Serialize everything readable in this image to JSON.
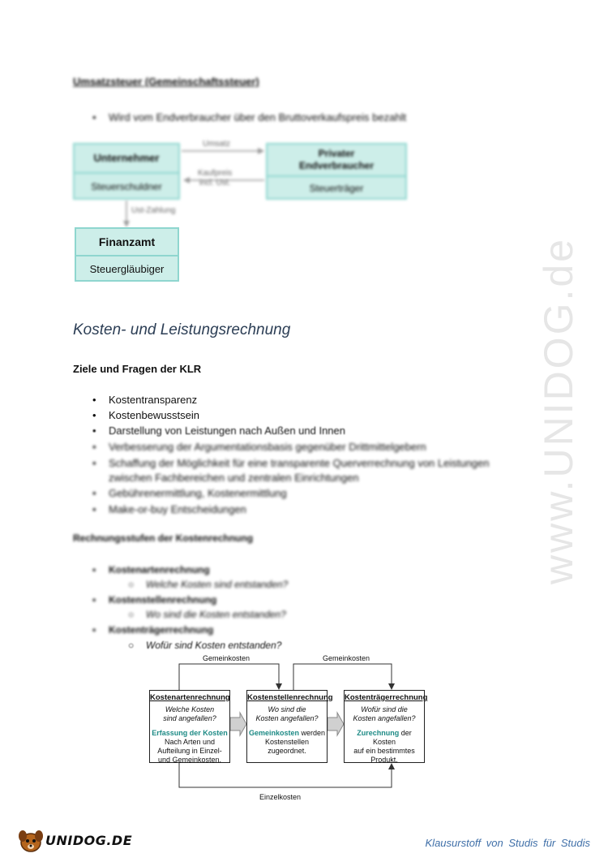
{
  "section1": {
    "heading": "Umsatzsteuer (Gemeinschaftssteuer)",
    "bullet": "Wird vom Endverbraucher über den Bruttoverkaufspreis bezahlt"
  },
  "ust_diagram": {
    "unternehmer": {
      "title": "Unternehmer",
      "sub": "Steuerschuldner"
    },
    "privat": {
      "title_line1": "Privater",
      "title_line2": "Endverbraucher",
      "sub": "Steuerträger"
    },
    "finanzamt": {
      "title": "Finanzamt",
      "sub": "Steuergläubiger"
    },
    "arrow_umsatz": "Umsatz",
    "arrow_kaufpreis_line1": "Kaufpreis",
    "arrow_kaufpreis_line2": "incl. Ust.",
    "arrow_zahlung": "Ust-Zahlung"
  },
  "section2": {
    "title": "Kosten- und Leistungsrechnung",
    "subheading": "Ziele und Fragen der KLR",
    "bullets": [
      "Kostentransparenz",
      "Kostenbewusstsein",
      "Darstellung von Leistungen nach Außen und Innen",
      "Verbesserung der Argumentationsbasis gegenüber Drittmittelgebern",
      "Schaffung der Möglichkeit für eine transparente Querverrechnung von Leistungen",
      "zwischen Fachbereichen und zentralen Einrichtungen",
      "Gebührenermittlung, Kostenermittlung",
      "Make-or-buy Entscheidungen"
    ]
  },
  "section3": {
    "heading": "Rechnungsstufen der Kostenrechnung",
    "items": [
      {
        "label": "Kostenartenrechnung",
        "sub": "Welche Kosten sind entstanden?"
      },
      {
        "label": "Kostenstellenrechnung",
        "sub": "Wo sind die Kosten entstanden?"
      },
      {
        "label": "Kostenträgerrechnung",
        "sub": "Wofür sind Kosten entstanden?"
      }
    ]
  },
  "flow_diagram": {
    "gemeinkosten_left": "Gemeinkosten",
    "gemeinkosten_right": "Gemeinkosten",
    "einzelkosten": "Einzelkosten",
    "boxes": [
      {
        "title": "Kostenartenrechnung",
        "q1": "Welche Kosten",
        "q2": "sind angefallen?",
        "highlight": "Erfassung der Kosten",
        "d1": "Nach Arten  und",
        "d2": "Aufteilung in Einzel-",
        "d3": "und Gemeinkosten."
      },
      {
        "title": "Kostenstellenrechnung",
        "q1": "Wo sind die",
        "q2": "Kosten angefallen?",
        "highlight": "Gemeinkosten",
        "d1": " werden",
        "d2": "Kostenstellen",
        "d3": "zugeordnet."
      },
      {
        "title": "Kostenträgerrechnung",
        "q1": "Wofür sind die",
        "q2": "Kosten angefallen?",
        "highlight": "Zurechnung",
        "d1": " der Kosten",
        "d2": "auf ein bestimmtes",
        "d3": "Produkt."
      }
    ]
  },
  "watermark": "www.UNIDOG.de",
  "logo": "UNIDOG.DE",
  "footer": "Klausurstoff von Studis für Studis"
}
